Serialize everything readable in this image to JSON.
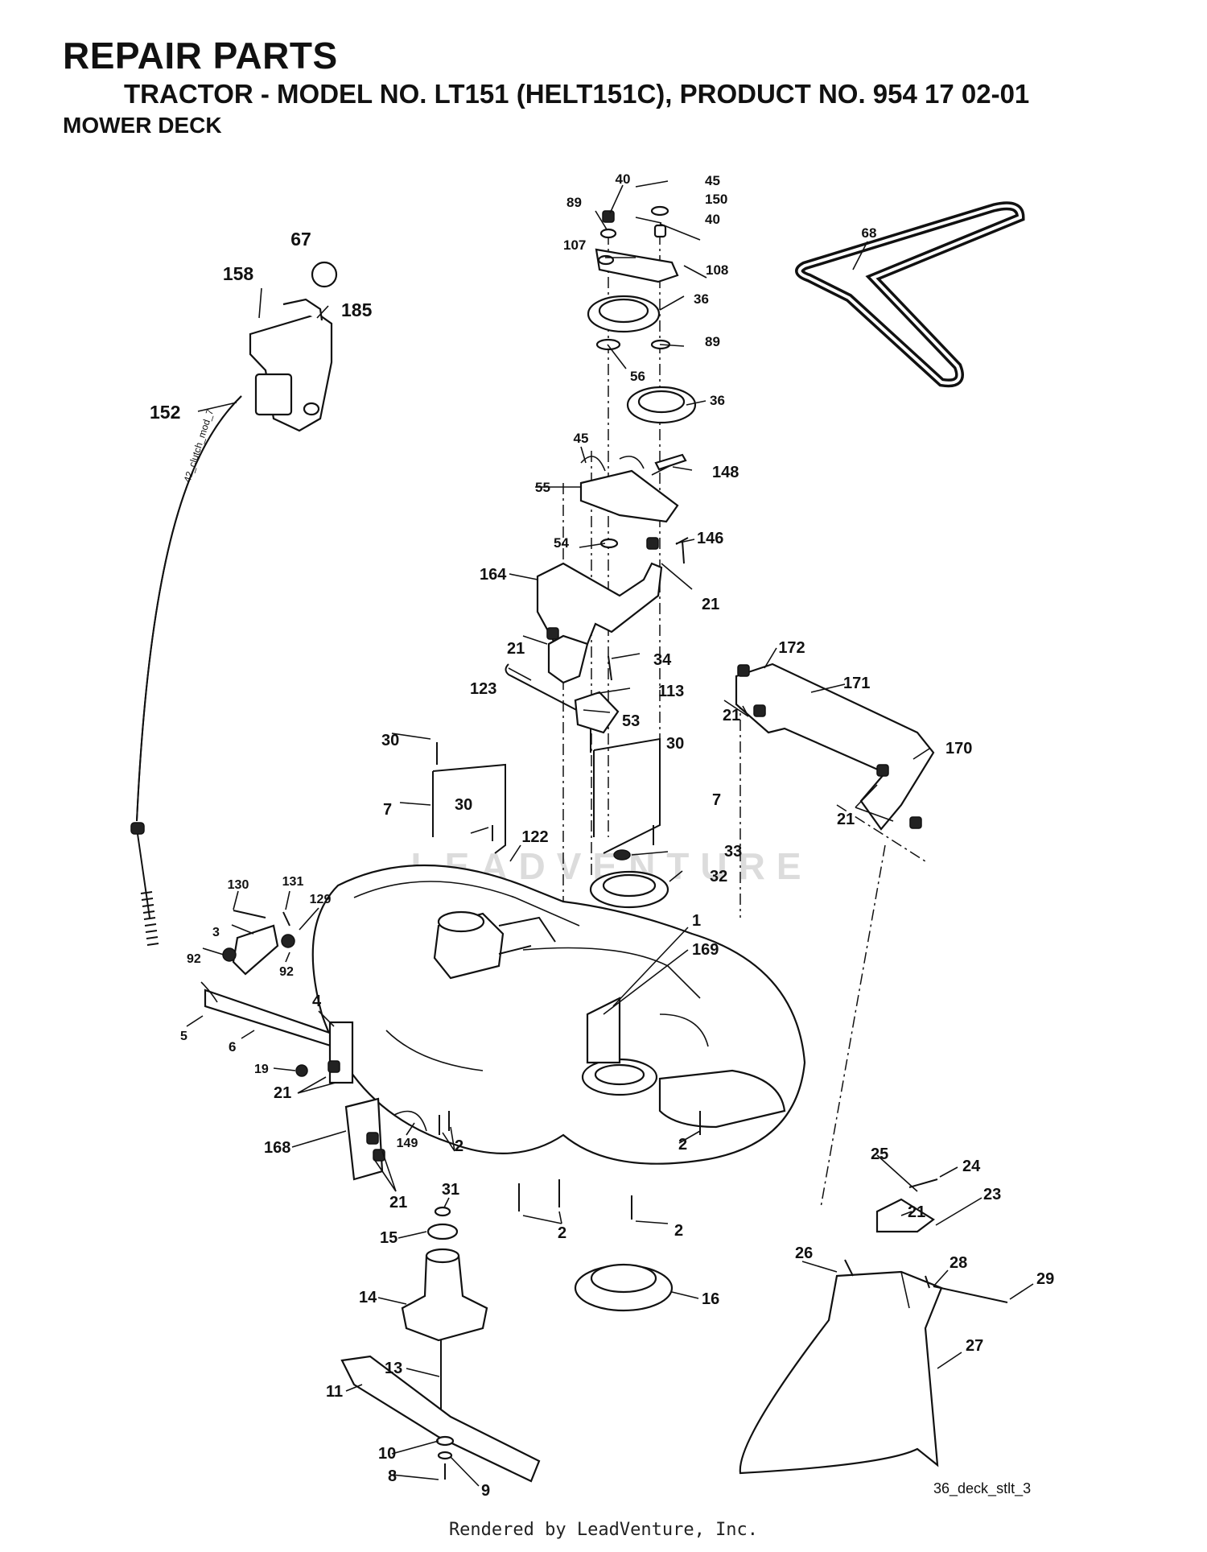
{
  "header": {
    "title": "REPAIR PARTS",
    "subtitle": "TRACTOR - MODEL NO. LT151 (HELT151C), PRODUCT NO. 954 17 02-01",
    "section": "MOWER DECK"
  },
  "diagram": {
    "figure_id": "36_deck_stlt_3",
    "cable_label": "42_clutch_mod_7",
    "watermark": "LEADVENTURE",
    "callouts": [
      "40",
      "45",
      "89",
      "150",
      "40",
      "107",
      "108",
      "36",
      "89",
      "56",
      "36",
      "67",
      "158",
      "185",
      "152",
      "68",
      "45",
      "148",
      "55",
      "54",
      "146",
      "164",
      "21",
      "21",
      "34",
      "123",
      "113",
      "53",
      "172",
      "171",
      "21",
      "170",
      "30",
      "30",
      "7",
      "30",
      "7",
      "21",
      "33",
      "32",
      "122",
      "130",
      "131",
      "3",
      "129",
      "92",
      "92",
      "1",
      "169",
      "5",
      "6",
      "4",
      "19",
      "21",
      "149",
      "2",
      "168",
      "21",
      "2",
      "31",
      "15",
      "2",
      "2",
      "14",
      "16",
      "13",
      "11",
      "10",
      "8",
      "9",
      "25",
      "24",
      "21",
      "23",
      "26",
      "28",
      "29",
      "27"
    ]
  },
  "footer": {
    "rendered_by": "Rendered by LeadVenture, Inc."
  }
}
